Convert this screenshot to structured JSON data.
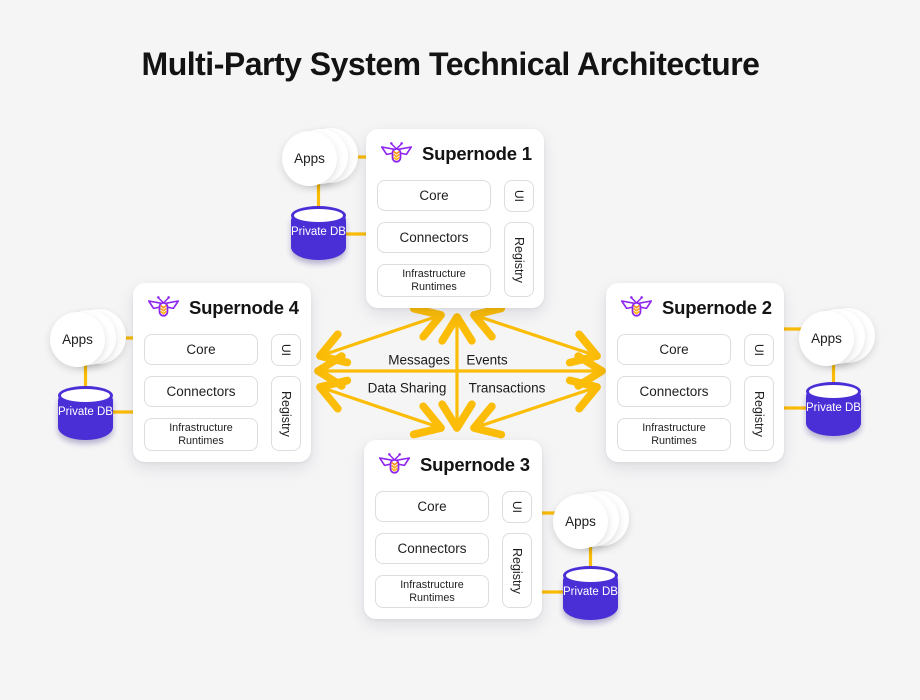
{
  "title": "Multi-Party System Technical Architecture",
  "center": {
    "labels": {
      "messages": "Messages",
      "events": "Events",
      "data_sharing": "Data Sharing",
      "transactions": "Transactions"
    }
  },
  "supernodes": [
    {
      "title": "Supernode 1",
      "components": {
        "core": "Core",
        "connectors": "Connectors",
        "infrastructure": "Infrastructure Runtimes",
        "ui": "UI",
        "registry": "Registry"
      },
      "apps_label": "Apps",
      "db_label": "Private DB"
    },
    {
      "title": "Supernode 2",
      "components": {
        "core": "Core",
        "connectors": "Connectors",
        "infrastructure": "Infrastructure Runtimes",
        "ui": "UI",
        "registry": "Registry"
      },
      "apps_label": "Apps",
      "db_label": "Private DB"
    },
    {
      "title": "Supernode 3",
      "components": {
        "core": "Core",
        "connectors": "Connectors",
        "infrastructure": "Infrastructure Runtimes",
        "ui": "UI",
        "registry": "Registry"
      },
      "apps_label": "Apps",
      "db_label": "Private DB"
    },
    {
      "title": "Supernode 4",
      "components": {
        "core": "Core",
        "connectors": "Connectors",
        "infrastructure": "Infrastructure Runtimes",
        "ui": "UI",
        "registry": "Registry"
      },
      "apps_label": "Apps",
      "db_label": "Private DB"
    }
  ],
  "icons": {
    "bee": "firefly-bee-icon",
    "database": "private-db-cylinder",
    "apps_stack": "stacked-circles"
  },
  "colors": {
    "background": "#F5F5F6",
    "arrow_yellow": "#FBBD08",
    "db_purple": "#4B2FD6",
    "bee_purple": "#8E24F0",
    "bee_orange": "#F7941D",
    "card_white": "#FFFFFF",
    "text_dark": "#141414"
  }
}
